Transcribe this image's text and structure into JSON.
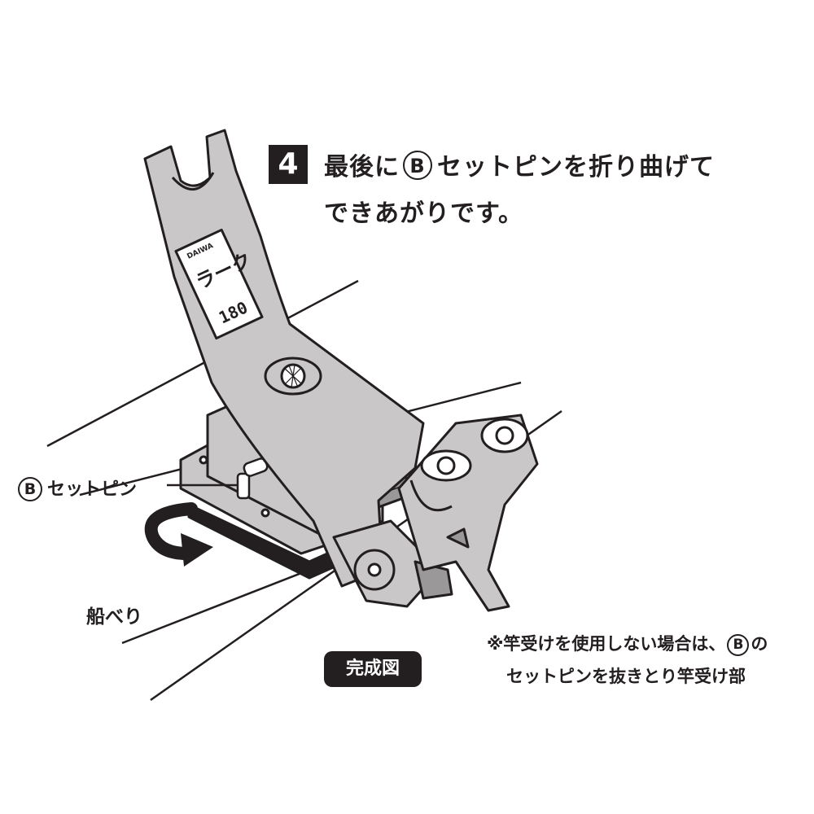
{
  "step": {
    "number": "4",
    "line1_before": "最後に",
    "line1_circle": "B",
    "line1_after": "セットピンを折り曲げて",
    "line2": "できあがりです。"
  },
  "callout": {
    "circle": "B",
    "text": "セットピン"
  },
  "edge_label": "船べり",
  "done_label": "完成図",
  "note": {
    "line1_before": "※竿受けを使用しない場合は、",
    "line1_circle": "B",
    "line1_after": "の",
    "line2": "セットピンを抜きとり竿受け部"
  },
  "product_label": {
    "brand": "DAIWA",
    "name": "ラーク",
    "model": "180"
  },
  "colors": {
    "ink": "#231f20",
    "metal": "#c9c7c7",
    "metal_dark": "#9a9898",
    "background": "#ffffff"
  }
}
